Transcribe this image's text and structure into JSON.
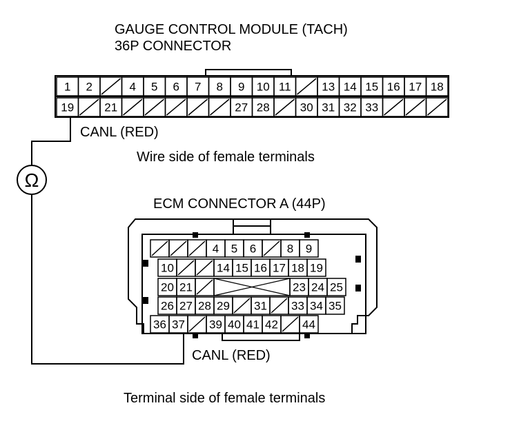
{
  "title_line1": "GAUGE CONTROL MODULE (TACH)",
  "title_line2": "36P CONNECTOR",
  "gauge_connector": {
    "row1": [
      "1",
      "2",
      "/",
      "4",
      "5",
      "6",
      "7",
      "8",
      "9",
      "10",
      "11",
      "/",
      "13",
      "14",
      "15",
      "16",
      "17",
      "18"
    ],
    "row2": [
      "19",
      "/",
      "21",
      "/",
      "/",
      "/",
      "/",
      "/",
      "27",
      "28",
      "/",
      "30",
      "31",
      "32",
      "33",
      "/",
      "/",
      "/"
    ]
  },
  "canl_top": "CANL (RED)",
  "wire_side_caption": "Wire side of female terminals",
  "ecm_title": "ECM CONNECTOR A (44P)",
  "ecm_connector": {
    "row1": [
      "/",
      "/",
      "/",
      "4",
      "5",
      "6",
      "/",
      "8",
      "9"
    ],
    "row2": [
      "10",
      "/",
      "/",
      "14",
      "15",
      "16",
      "17",
      "18",
      "19"
    ],
    "row3_left": [
      "20",
      "21",
      "/"
    ],
    "row3_right": [
      "23",
      "24",
      "25"
    ],
    "row4": [
      "26",
      "27",
      "28",
      "29",
      "/",
      "31",
      "/",
      "33",
      "34",
      "35"
    ],
    "row5": [
      "36",
      "37",
      "/",
      "39",
      "40",
      "41",
      "42",
      "/",
      "44"
    ]
  },
  "canl_bottom": "CANL (RED)",
  "ohm_symbol": "Ω",
  "terminal_side_caption": "Terminal side of female terminals"
}
